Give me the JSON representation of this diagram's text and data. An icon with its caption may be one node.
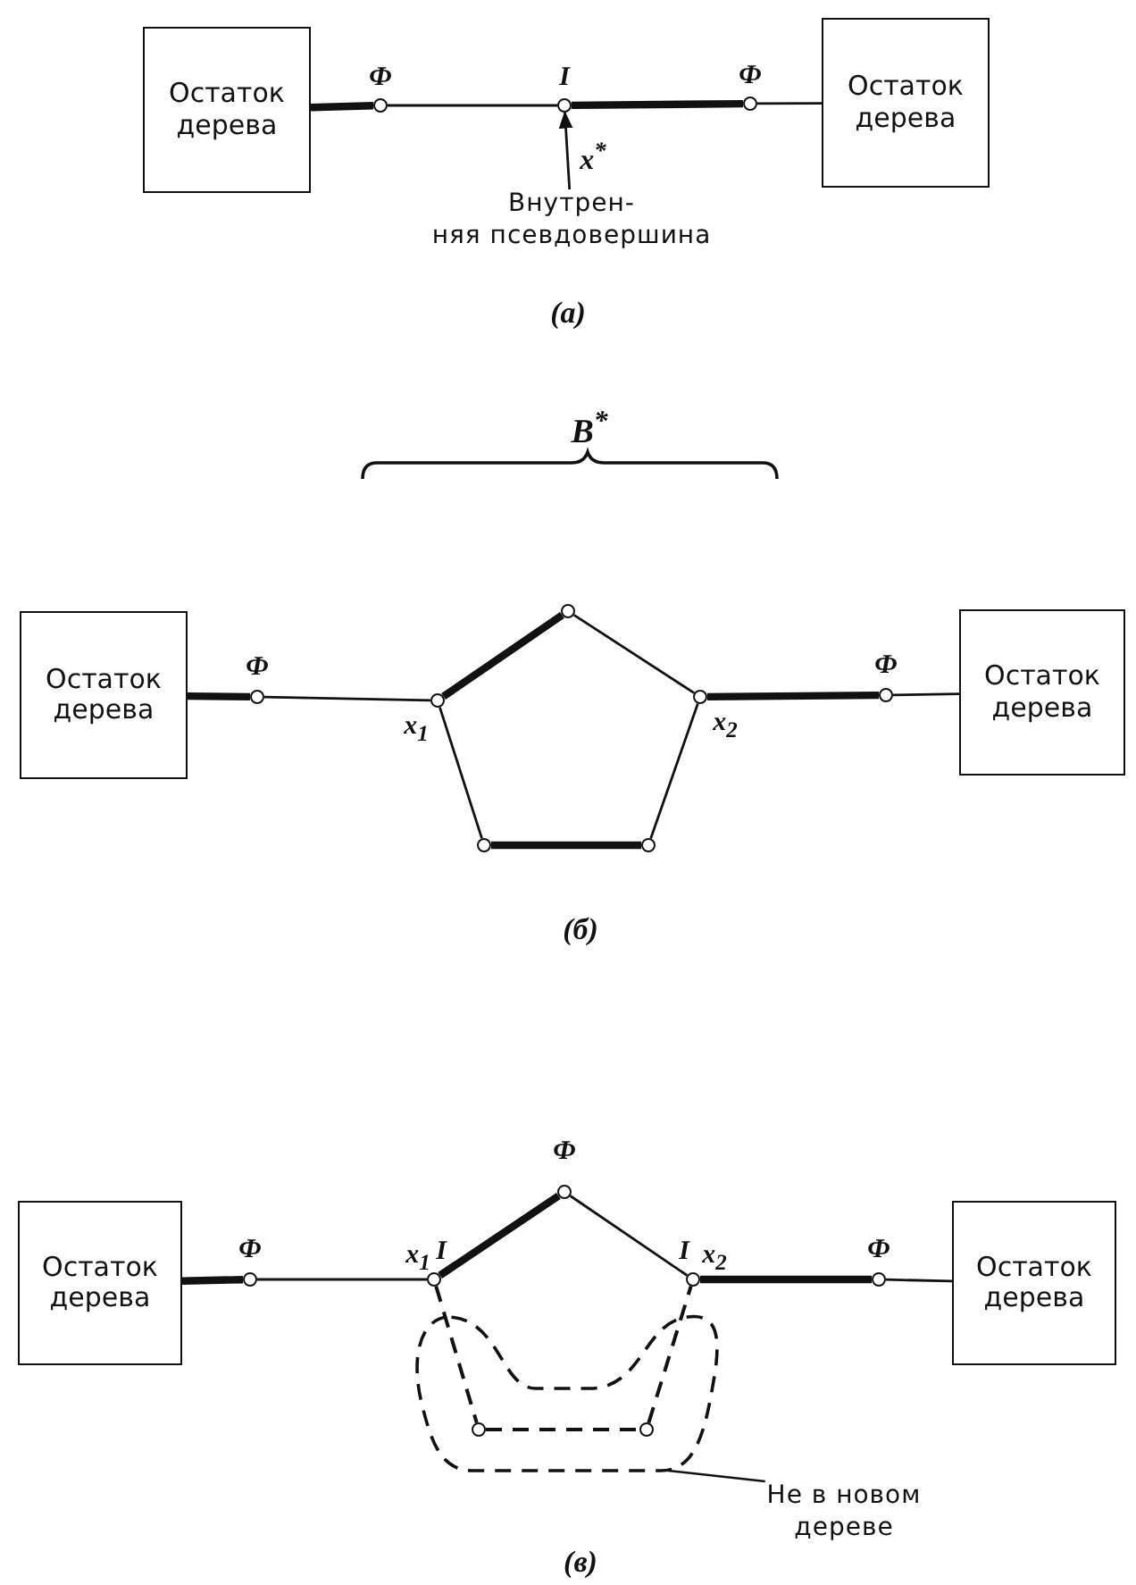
{
  "diagram": {
    "nodes": [
      {
        "text": [
          "Остаток дерева"
        ]
      },
      {
        "text": [],
        "shape": "circle",
        "beside": [
          "Ф"
        ]
      },
      {
        "text": [],
        "shape": "circle",
        "beside": [
          "I"
        ]
      },
      {
        "text": [],
        "shape": "circle",
        "beside": [
          "Ф"
        ]
      },
      {
        "text": [
          "Остаток дерева"
        ]
      },
      {
        "text": [
          "Внутрен-",
          "няя псевдовершина"
        ]
      },
      {
        "text": [
          "Остаток дерева"
        ]
      },
      {
        "text": [],
        "shape": "circle",
        "beside": [
          "Ф"
        ]
      },
      {
        "text": [],
        "shape": "circle",
        "beside": [
          "x$_{1}$"
        ]
      },
      {
        "text": [],
        "shape": "circle"
      },
      {
        "text": [],
        "shape": "circle",
        "beside": [
          "x$_{2}$"
        ]
      },
      {
        "text": [],
        "shape": "circle"
      },
      {
        "text": [],
        "shape": "circle"
      },
      {
        "text": [],
        "shape": "circle",
        "beside": [
          "Ф"
        ]
      },
      {
        "text": [
          "Остаток дерева"
        ]
      },
      {
        "text": [
          "Остаток дерева"
        ]
      },
      {
        "text": [],
        "shape": "circle",
        "beside": [
          "Ф"
        ]
      },
      {
        "text": [],
        "shape": "circle",
        "beside": [
          "x$_{1}$",
          "I"
        ]
      },
      {
        "text": [],
        "shape": "circle",
        "beside": [
          "Ф"
        ]
      },
      {
        "text": [],
        "shape": "circle",
        "beside": [
          "I",
          "x$_{2}$"
        ]
      },
      {
        "text": [],
        "shape": "circle",
        "beside": [
          "Ф"
        ]
      },
      {
        "text": [
          "Остаток дерева"
        ]
      },
      {
        "text": [],
        "shape": "blob"
      },
      {
        "text": [],
        "shape": "circle",
        "in": 22
      },
      {
        "text": [],
        "shape": "circle",
        "in": 22
      },
      {
        "text": [
          "Не в новом дереве"
        ]
      }
    ],
    "edges": [
      {
        "from": 0,
        "to": 1,
        "arrow": "none",
        "style": "thick"
      },
      {
        "from": 1,
        "to": 2,
        "arrow": "none"
      },
      {
        "from": 2,
        "to": 3,
        "arrow": "none",
        "style": "thick"
      },
      {
        "from": 3,
        "to": 4,
        "arrow": "none"
      },
      {
        "from": 5,
        "to": 2,
        "arrow": "to",
        "label": "x$^{*}$"
      },
      {
        "from": 6,
        "to": 7,
        "arrow": "none",
        "style": "thick"
      },
      {
        "from": 7,
        "to": 8,
        "arrow": "none"
      },
      {
        "from": 8,
        "to": 9,
        "arrow": "none",
        "style": "thick"
      },
      {
        "from": 9,
        "to": 10,
        "arrow": "none"
      },
      {
        "from": 10,
        "to": 13,
        "arrow": "none",
        "style": "thick"
      },
      {
        "from": 13,
        "to": 14,
        "arrow": "none"
      },
      {
        "from": 8,
        "to": 11,
        "arrow": "none"
      },
      {
        "from": 11,
        "to": 12,
        "arrow": "none",
        "style": "thick"
      },
      {
        "from": 12,
        "to": 10,
        "arrow": "none"
      },
      {
        "from": 15,
        "to": 16,
        "arrow": "none",
        "style": "thick"
      },
      {
        "from": 16,
        "to": 17,
        "arrow": "none"
      },
      {
        "from": 17,
        "to": 18,
        "arrow": "none",
        "style": "thick"
      },
      {
        "from": 18,
        "to": 19,
        "arrow": "none"
      },
      {
        "from": 19,
        "to": 20,
        "arrow": "none",
        "style": "thick"
      },
      {
        "from": 20,
        "to": 21,
        "arrow": "none"
      },
      {
        "from": 17,
        "to": 23,
        "arrow": "none",
        "style": "dashed"
      },
      {
        "from": 23,
        "to": 24,
        "arrow": "none",
        "style": "dashed"
      },
      {
        "from": 24,
        "to": 19,
        "arrow": "none",
        "style": "dashed"
      },
      {
        "from": 25,
        "to": 22,
        "arrow": "none"
      }
    ],
    "labels": [
      "(а)",
      "B$^{*}$",
      "(б)",
      "(в)"
    ]
  }
}
